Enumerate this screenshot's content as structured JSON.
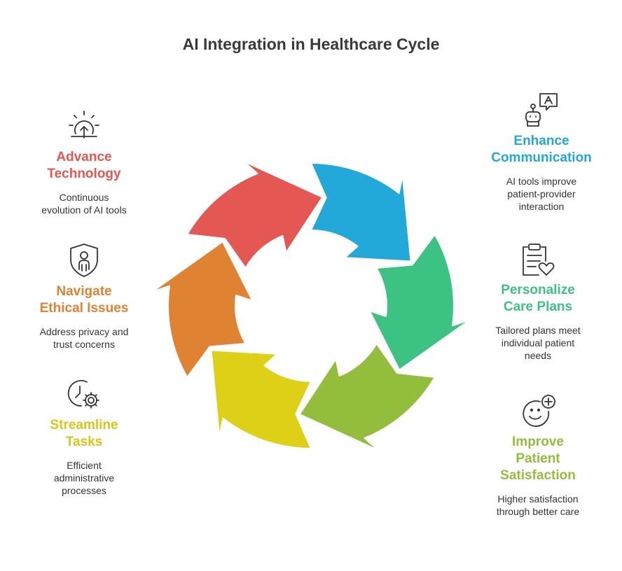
{
  "title": "AI Integration in Healthcare Cycle",
  "colors": {
    "red": "#E55753",
    "blue": "#22A9DA",
    "teal": "#3CC384",
    "green": "#92BE3C",
    "yellow": "#DECF17",
    "orange": "#DF8231"
  },
  "steps": [
    {
      "id": "advance",
      "heading": [
        "Advance",
        "Technology"
      ],
      "desc": [
        "Continuous",
        "evolution of AI tools"
      ],
      "color": "#E55753",
      "icon": "lightbulb-upload-icon"
    },
    {
      "id": "ethics",
      "heading": [
        "Navigate",
        "Ethical Issues"
      ],
      "desc": [
        "Address privacy and",
        "trust concerns"
      ],
      "color": "#DF8231",
      "icon": "shield-person-icon"
    },
    {
      "id": "streamline",
      "heading": [
        "Streamline",
        "Tasks"
      ],
      "desc": [
        "Efficient",
        "administrative",
        "processes"
      ],
      "color": "#DECF17",
      "icon": "clock-gear-icon"
    },
    {
      "id": "communicate",
      "heading": [
        "Enhance",
        "Communication"
      ],
      "desc": [
        "AI tools improve",
        "patient-provider",
        "interaction"
      ],
      "color": "#22A9DA",
      "icon": "robot-chat-icon"
    },
    {
      "id": "personalize",
      "heading": [
        "Personalize",
        "Care Plans"
      ],
      "desc": [
        "Tailored plans meet",
        "individual patient",
        "needs"
      ],
      "color": "#3CC384",
      "icon": "clipboard-heart-icon"
    },
    {
      "id": "satisfaction",
      "heading": [
        "Improve",
        "Patient",
        "Satisfaction"
      ],
      "desc": [
        "Higher satisfaction",
        "through better care"
      ],
      "color": "#92BE3C",
      "icon": "smile-plus-icon"
    }
  ]
}
